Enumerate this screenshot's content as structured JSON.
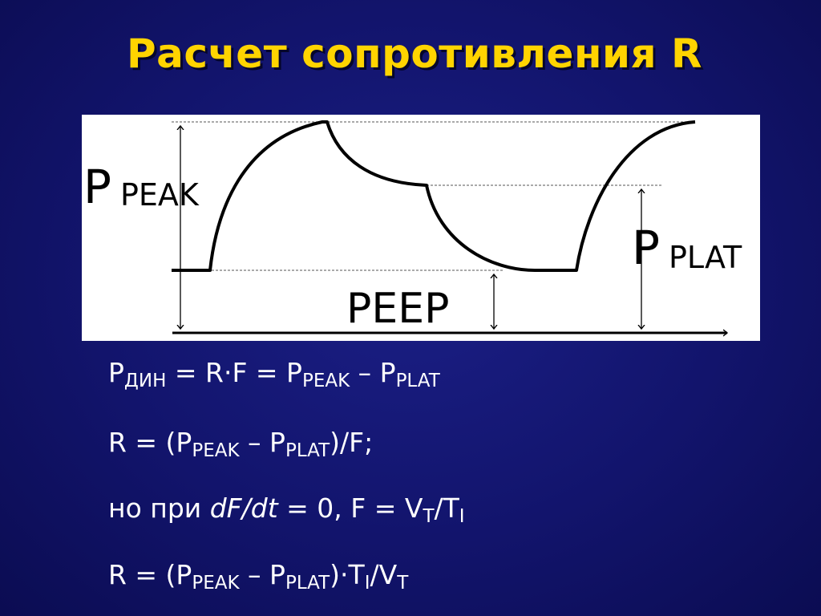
{
  "slide": {
    "title": "Расчет сопротивления R"
  },
  "diagram": {
    "labels": {
      "p_main": "P",
      "peak_sub": "PEAK",
      "plat_sub": "PLAT",
      "peep": "PEEP"
    }
  },
  "formulas": {
    "line1": {
      "p1": "P",
      "s1": "ДИН",
      "t1": " = R",
      "dot": "·",
      "t2": "F = P",
      "s2": "PEAK",
      "t3": " – P",
      "s3": "PLAT"
    },
    "line2": {
      "t1": "R = (P",
      "s1": "PEAK",
      "t2": " – P",
      "s2": "PLAT",
      "t3": ")/F;"
    },
    "line3": {
      "t1": "но при ",
      "it": "dF/dt",
      "t2": " = 0, F = V",
      "s1": "T",
      "t3": "/T",
      "s2": "I"
    },
    "line4": {
      "t1": "R = (P",
      "s1": "PEAK",
      "t2": " – P",
      "s2": "PLAT",
      "t3": ")",
      "dot": "·",
      "t4": "T",
      "s3": "I",
      "t5": "/V",
      "s4": "T"
    }
  },
  "colors": {
    "title": "#ffd400",
    "background": "#12146c",
    "panel": "#ffffff",
    "formula_text": "#ffffff"
  }
}
